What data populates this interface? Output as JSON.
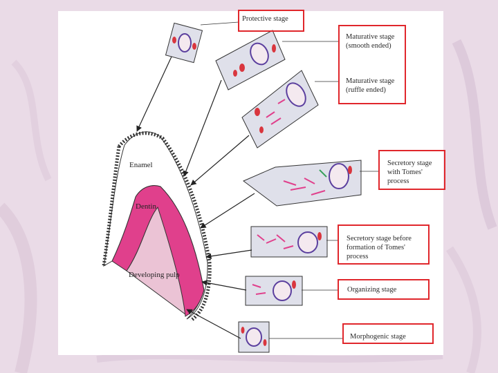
{
  "stages": {
    "protective": "Protective stage",
    "maturative_smooth_1": "Maturative stage",
    "maturative_smooth_2": "(smooth ended)",
    "maturative_ruffle_1": "Maturative stage",
    "maturative_ruffle_2": "(ruffle ended)",
    "secretory_tomes_1": "Secretory  stage",
    "secretory_tomes_2": "with Tomes'",
    "secretory_tomes_3": "process",
    "secretory_before_1": "Secretory stage before",
    "secretory_before_2": "formation of Tomes'",
    "secretory_before_3": "process",
    "organizing": "Organizing stage",
    "morphogenic": "Morphogenic stage"
  },
  "regions": {
    "enamel": "Enamel",
    "dentin": "Dentin",
    "pulp": "Developing pulp"
  },
  "colors": {
    "highlight_box": "#e0262b",
    "dentin": "#e0408c",
    "pulp": "#ebc3d5",
    "cell_fill": "#dfe0ea",
    "nucleus": "#5b3f9e",
    "background": "#eadbe7"
  }
}
